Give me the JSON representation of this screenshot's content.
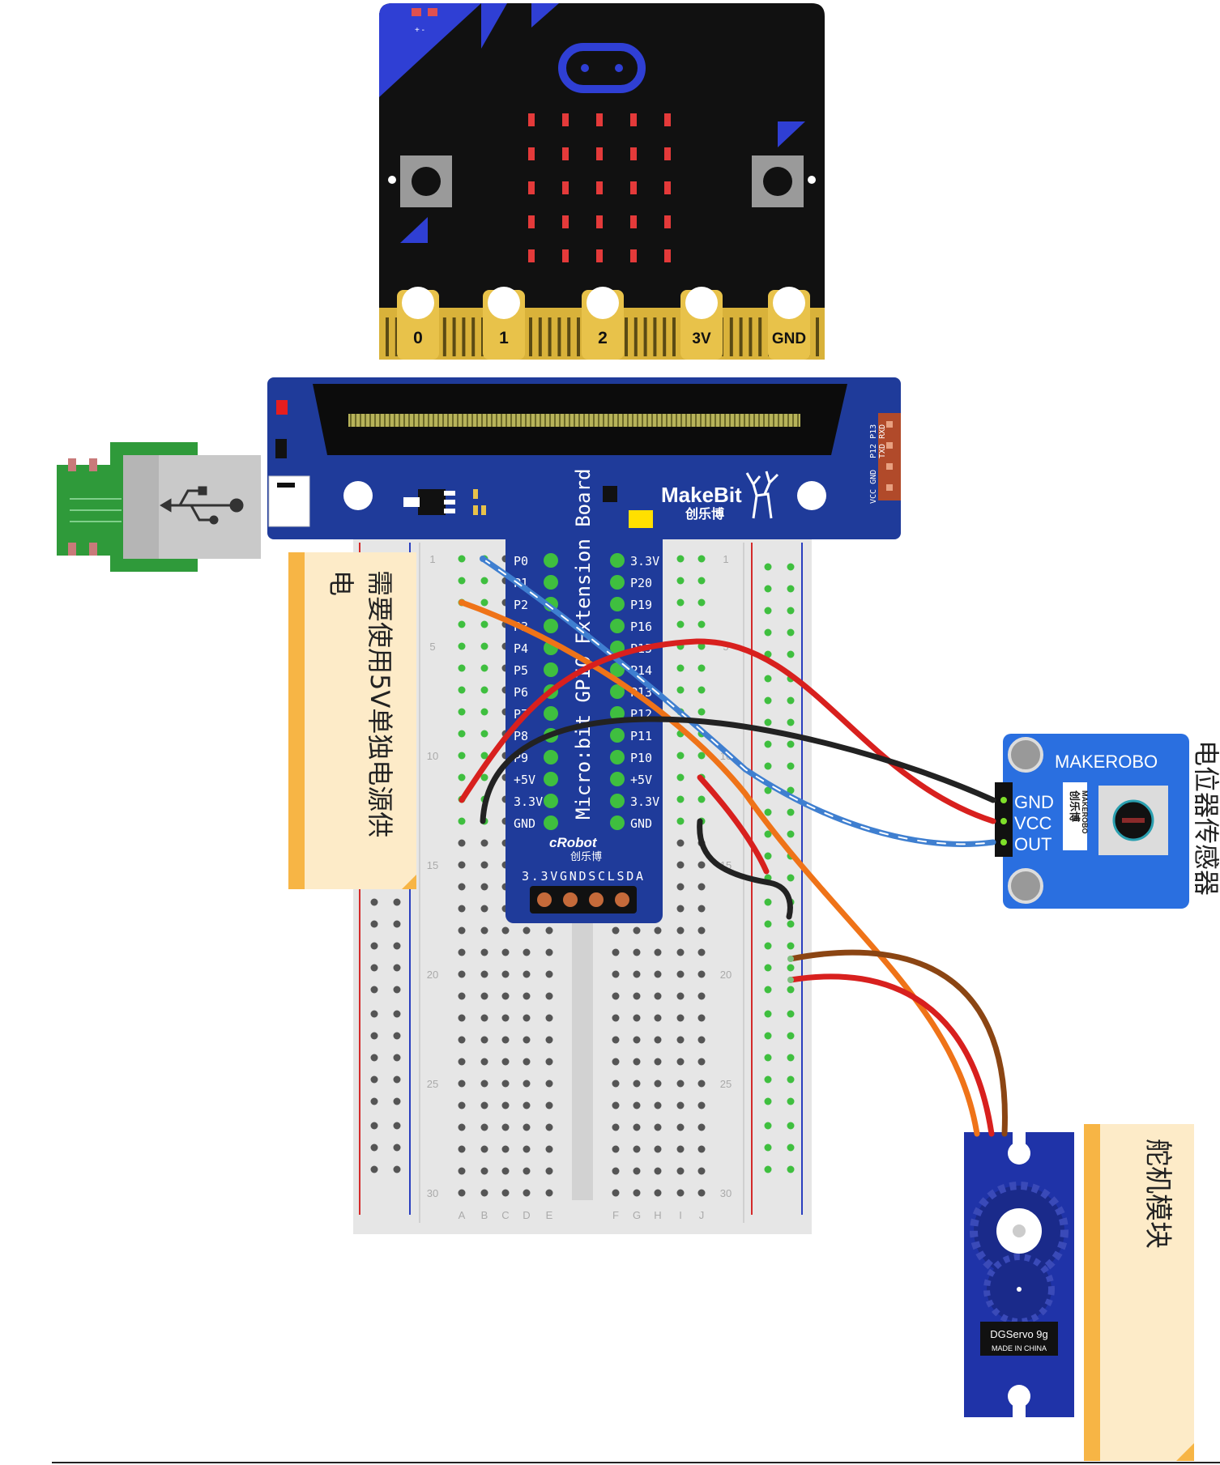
{
  "microbit": {
    "pins": [
      "0",
      "1",
      "2",
      "3V",
      "GND"
    ],
    "corner_label": "+  -"
  },
  "expansion_board": {
    "brand": "MakeBit",
    "brand_cn": "创乐博",
    "title": "Micro:bit GPIO Extension Board",
    "logo": "cRobot",
    "logo_cn": "创乐博",
    "left_pins": [
      "P0",
      "P1",
      "P2",
      "P3",
      "P4",
      "P5",
      "P6",
      "P7",
      "P8",
      "P9",
      "+5V",
      "3.3V",
      "GND"
    ],
    "right_pins": [
      "3.3V",
      "P20",
      "P19",
      "P16",
      "P15",
      "P14",
      "P13",
      "P12",
      "P11",
      "P10",
      "+5V",
      "3.3V",
      "GND"
    ],
    "bottom_header": "3.3VGNDSCLSDA",
    "uart_top": "P12  P13",
    "uart_mid": "TXD  RXD",
    "uart_bottom": "VCC GND"
  },
  "breadboard": {
    "row_numbers": [
      "1",
      "5",
      "10",
      "15",
      "20",
      "25",
      "30"
    ],
    "columns_left": [
      "A",
      "B",
      "C",
      "D",
      "E"
    ],
    "columns_right": [
      "F",
      "G",
      "H",
      "I",
      "J"
    ]
  },
  "notes": {
    "power_note_line1": "需要使用5V单独电源供",
    "power_note_line2": "电",
    "servo_note": "舵机模块",
    "sensor_label": "电位器传感器"
  },
  "sensor_module": {
    "brand": "MAKEROBO",
    "pins": [
      "GND",
      "VCC",
      "OUT"
    ],
    "side_brand_cn": "创乐博",
    "side_brand": "MAKEROBO"
  },
  "servo": {
    "model": "DGServo 9g",
    "origin": "MADE IN CHINA"
  },
  "colors": {
    "board_blue": "#1f3b9a",
    "microbit_black": "#111111",
    "gold": "#d9b23a",
    "wire_red": "#d8201e",
    "wire_orange": "#ef7318",
    "wire_black": "#222222",
    "wire_blue": "#3f7fd0",
    "wire_brown": "#8b4513",
    "note_yellow": "#fdebc8",
    "note_edge": "#f7b545"
  }
}
